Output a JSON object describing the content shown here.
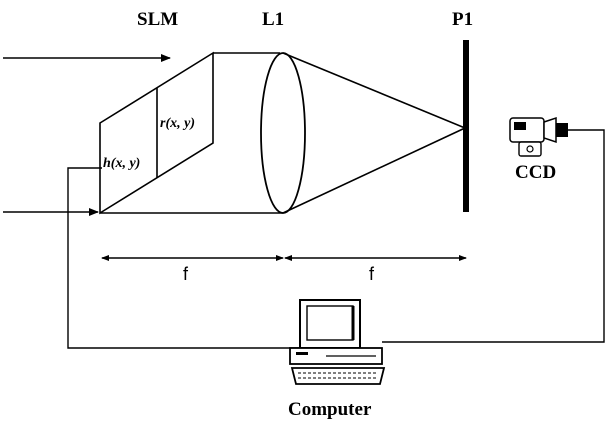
{
  "labels": {
    "slm": "SLM",
    "lens": "L1",
    "plane": "P1",
    "ccd": "CCD",
    "computer": "Computer",
    "reference_function": "r(x, y)",
    "input_function": "h(x, y)",
    "focal_length_1": "f",
    "focal_length_2": "f"
  }
}
